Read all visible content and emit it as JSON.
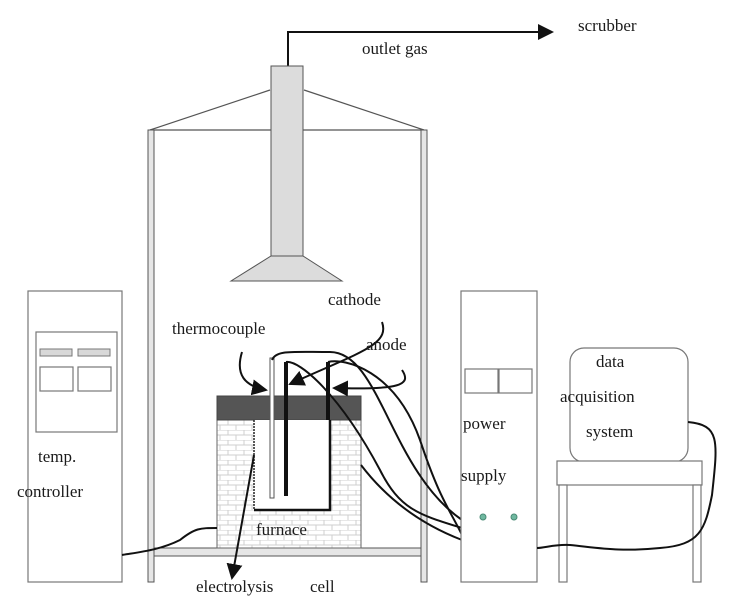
{
  "title": "Electrolysis experimental apparatus schematic",
  "labels": {
    "scrubber": "scrubber",
    "outlet_gas": "outlet gas",
    "cathode": "cathode",
    "thermocouple": "thermocouple",
    "anode": "anode",
    "temp_line1": "temp.",
    "temp_line2": "controller",
    "furnace": "furnace",
    "electrolysis": "electrolysis",
    "cell": "cell",
    "power_line1": "power",
    "power_line2": "supply",
    "daq_line1": "data",
    "daq_line2": "acquisition",
    "daq_line3": "system"
  },
  "colors": {
    "lid": "#555555",
    "hood_fill": "#dcdcdc",
    "indicator": "#6fb8a0"
  }
}
